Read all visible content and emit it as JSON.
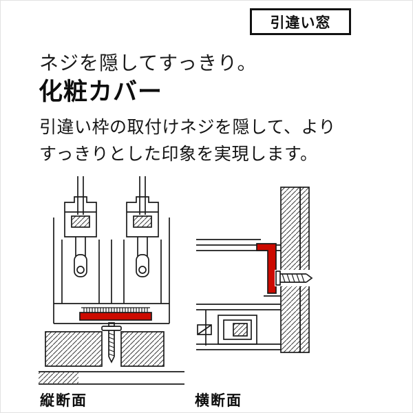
{
  "page": {
    "badge_label": "引違い窓",
    "subtitle": "ネジを隠してすっきり。",
    "title": "化粧カバー",
    "body_line1": "引違い枠の取付けネジを隠して、より",
    "body_line2": "すっきりとした印象を実現します。",
    "captions": {
      "vertical": "縦断面",
      "horizontal": "横断面"
    },
    "colors": {
      "accent_red": "#cc0a00",
      "line_black": "#1a1a1a"
    }
  }
}
